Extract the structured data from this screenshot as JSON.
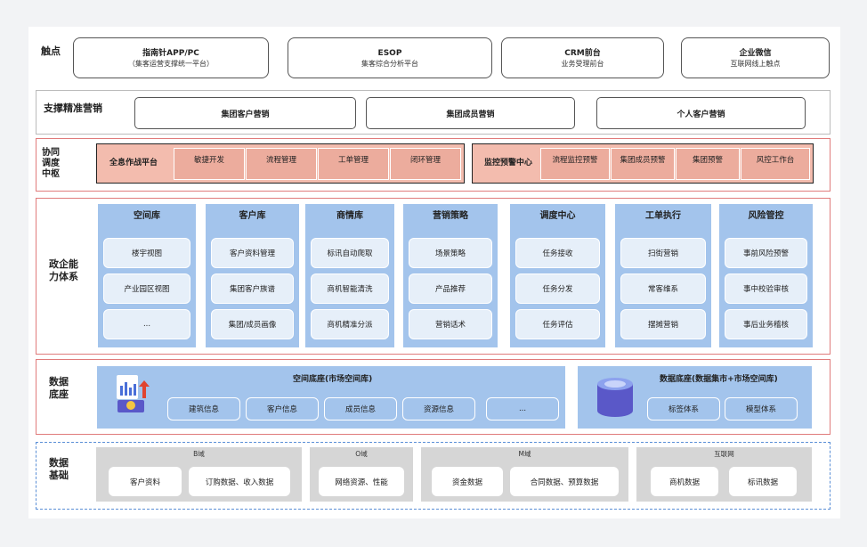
{
  "rows": {
    "touchpoints": {
      "label": "触点",
      "items": [
        {
          "title": "指南针APP/PC",
          "subtitle": "（集客运营支撑统一平台）"
        },
        {
          "title": "ESOP",
          "subtitle": "集客综合分析平台"
        },
        {
          "title": "CRM前台",
          "subtitle": "业务受理前台"
        },
        {
          "title": "企业微信",
          "subtitle": "互联网线上触点"
        }
      ]
    },
    "support": {
      "label": "支撑精准营销",
      "items": [
        "集团客户营销",
        "集团成员营销",
        "个人客户营销"
      ]
    },
    "coordination": {
      "label_lines": [
        "协同",
        "调度",
        "中枢"
      ],
      "platform": {
        "title": "全息作战平台",
        "items": [
          "敏捷开发",
          "流程管理",
          "工单管理",
          "闭环管理"
        ]
      },
      "monitor": {
        "title": "监控预警中心",
        "items": [
          "流程监控预警",
          "集团成员预警",
          "集团预警",
          "风控工作台"
        ]
      }
    },
    "capability": {
      "label_lines": [
        "政企能",
        "力体系"
      ],
      "columns": [
        {
          "title": "空间库",
          "items": [
            "楼宇视图",
            "产业园区视图",
            "..."
          ]
        },
        {
          "title": "客户库",
          "items": [
            "客户资料管理",
            "集团客户族谱",
            "集团/成员画像"
          ]
        },
        {
          "title": "商情库",
          "items": [
            "标讯自动爬取",
            "商机智能清洗",
            "商机精准分派"
          ]
        },
        {
          "title": "营销策略",
          "items": [
            "场景策略",
            "产品推荐",
            "营销话术"
          ]
        },
        {
          "title": "调度中心",
          "items": [
            "任务接收",
            "任务分发",
            "任务评估"
          ]
        },
        {
          "title": "工单执行",
          "items": [
            "扫街营销",
            "常客维系",
            "摆摊营销"
          ]
        },
        {
          "title": "风险管控",
          "items": [
            "事前风险预警",
            "事中校验审核",
            "事后业务稽核"
          ]
        }
      ]
    },
    "base": {
      "label_lines": [
        "数据",
        "底座"
      ],
      "space": {
        "title": "空间底座(市场空间库)",
        "items": [
          "建筑信息",
          "客户信息",
          "成员信息",
          "资源信息",
          "..."
        ]
      },
      "data": {
        "title": "数据底座(数据集市+市场空间库)",
        "items": [
          "标签体系",
          "模型体系"
        ]
      }
    },
    "foundation": {
      "label_lines": [
        "数据",
        "基础"
      ],
      "domains": [
        {
          "title": "B域",
          "items": [
            "客户资料",
            "订购数据、收入数据"
          ]
        },
        {
          "title": "O域",
          "items": [
            "网络资源、性能"
          ]
        },
        {
          "title": "M域",
          "items": [
            "资金数据",
            "合同数据、预算数据"
          ]
        },
        {
          "title": "互联网",
          "items": [
            "商机数据",
            "标讯数据"
          ]
        }
      ]
    }
  },
  "icons": {
    "space_base": "chart-board-icon",
    "data_base": "database-cylinder-icon"
  },
  "colors": {
    "pink_fill": "#f3bcae",
    "pink_border": "#e07b7b",
    "blue_fill": "#a3c4ec",
    "blue_item": "#e6eff9",
    "gray_fill": "#d6d6d6",
    "dashed_border": "#5b8fd6"
  }
}
